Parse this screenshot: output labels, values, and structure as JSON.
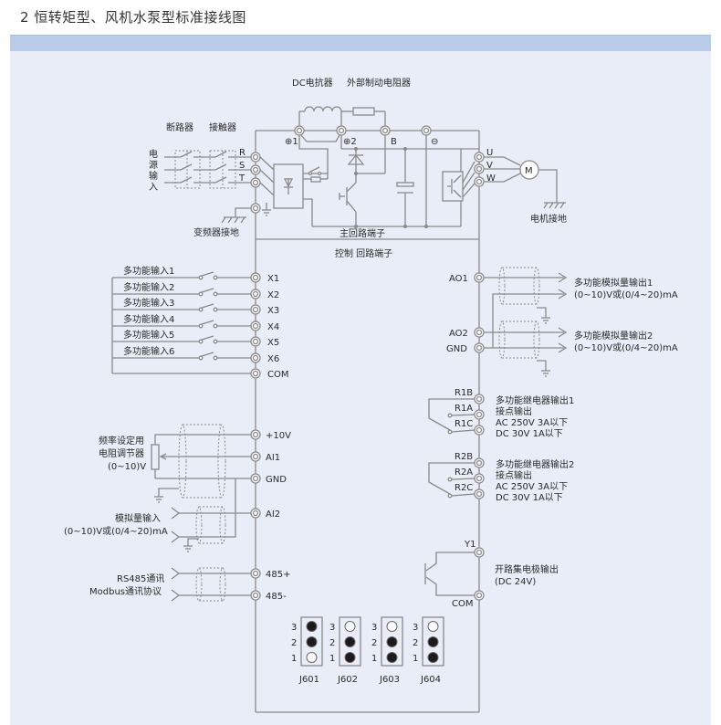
{
  "title": "2 恒转矩型、风机水泵型标准接线图",
  "colors": {
    "band": "#b9cce8",
    "panel": "#e8edf7",
    "wire": "#8a8a8a"
  },
  "main_circuit": {
    "dc_reactor": "DC电抗器",
    "brake_resistor": "外部制动电阻器",
    "breaker": "断路器",
    "contactor": "接触器",
    "power_input": [
      "电",
      "源",
      "输",
      "入"
    ],
    "inputs": [
      "R",
      "S",
      "T"
    ],
    "bus_terminals": [
      "⊕1",
      "⊕2",
      "B",
      "⊖"
    ],
    "outputs": [
      "U",
      "V",
      "W"
    ],
    "motor": "M",
    "motor_ground": "电机接地",
    "drive_ground": "变频器接地",
    "main_terminal_label": "主回路端子",
    "control_terminal_label": "控制 回路端子"
  },
  "digital_inputs": {
    "labels": [
      "多功能输入1",
      "多功能输入2",
      "多功能输入3",
      "多功能输入4",
      "多功能输入5",
      "多功能输入6"
    ],
    "terminals": [
      "X1",
      "X2",
      "X3",
      "X4",
      "X5",
      "X6",
      "COM"
    ]
  },
  "analog_inputs": {
    "pot_label": [
      "频率设定用",
      "电阻调节器",
      "(0~10)V"
    ],
    "terminals": [
      "+10V",
      "AI1",
      "GND",
      "AI2"
    ],
    "ai2_label": [
      "模拟量输入",
      "(0~10)V或(0/4~20)mA"
    ]
  },
  "comm": {
    "label": [
      "RS485通讯",
      "Modbus通讯协议"
    ],
    "terminals": [
      "485+",
      "485-"
    ]
  },
  "analog_outputs": {
    "terminals": [
      "AO1",
      "AO2",
      "GND"
    ],
    "ao1_label": [
      "多功能模拟量输出1",
      "(0~10)V或(0/4~20)mA"
    ],
    "ao2_label": [
      "多功能模拟量输出2",
      "(0~10)V或(0/4~20)mA"
    ]
  },
  "relays": [
    {
      "terminals": [
        "R1B",
        "R1A",
        "R1C"
      ],
      "label": [
        "多功能继电器输出1",
        "接点输出",
        "AC 250V  3A以下",
        "DC 30V    1A以下"
      ]
    },
    {
      "terminals": [
        "R2B",
        "R2A",
        "R2C"
      ],
      "label": [
        "多功能继电器输出2",
        "接点输出",
        "AC 250V  3A以下",
        "DC 30V    1A以下"
      ]
    }
  ],
  "open_collector": {
    "terminals": [
      "Y1",
      "COM"
    ],
    "label": [
      "开路集电极输出",
      "(DC 24V)"
    ]
  },
  "jumpers": [
    {
      "name": "J601",
      "pins": [
        "3",
        "2",
        "1"
      ],
      "filled": [
        true,
        true,
        false
      ]
    },
    {
      "name": "J602",
      "pins": [
        "3",
        "2",
        "1"
      ],
      "filled": [
        false,
        true,
        true
      ]
    },
    {
      "name": "J603",
      "pins": [
        "3",
        "2",
        "1"
      ],
      "filled": [
        false,
        true,
        true
      ]
    },
    {
      "name": "J604",
      "pins": [
        "3",
        "2",
        "1"
      ],
      "filled": [
        false,
        true,
        true
      ]
    }
  ]
}
